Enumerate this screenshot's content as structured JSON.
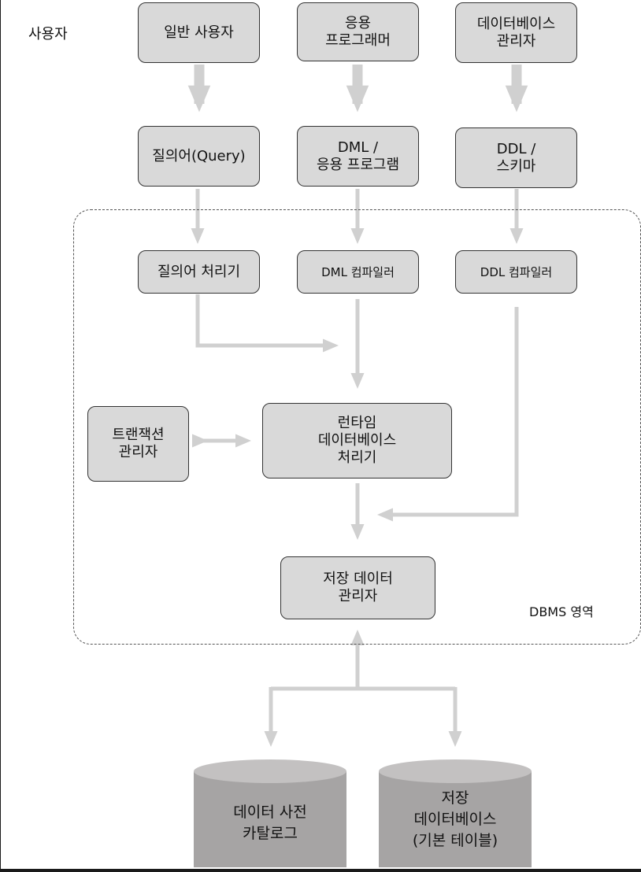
{
  "users_label": "사용자",
  "dbms_region_label": "DBMS 영역",
  "nodes": {
    "general_user": "일반 사용자",
    "app_programmer": "응용\n프로그래머",
    "db_admin": "데이터베이스\n관리자",
    "query": "질의어(Query)",
    "dml_program": "DML /\n응용 프로그램",
    "ddl_schema": "DDL /\n스키마",
    "query_processor": "질의어 처리기",
    "dml_compiler": "DML 컴파일러",
    "ddl_compiler": "DDL 컴파일러",
    "transaction_manager": "트랜잭션\n관리자",
    "runtime_db_processor": "런타임\n데이터베이스\n처리기",
    "storage_data_manager": "저장 데이터\n관리자"
  },
  "storage": {
    "data_dictionary": "데이터 사전\n카탈로그",
    "stored_database": "저장\n데이터베이스\n(기본 테이블)"
  },
  "colors": {
    "node_fill": "#d9d9d9",
    "arrow": "#d0d0d0",
    "cylinder_body": "#a6a4a4",
    "cylinder_top": "#c3c1c1"
  }
}
